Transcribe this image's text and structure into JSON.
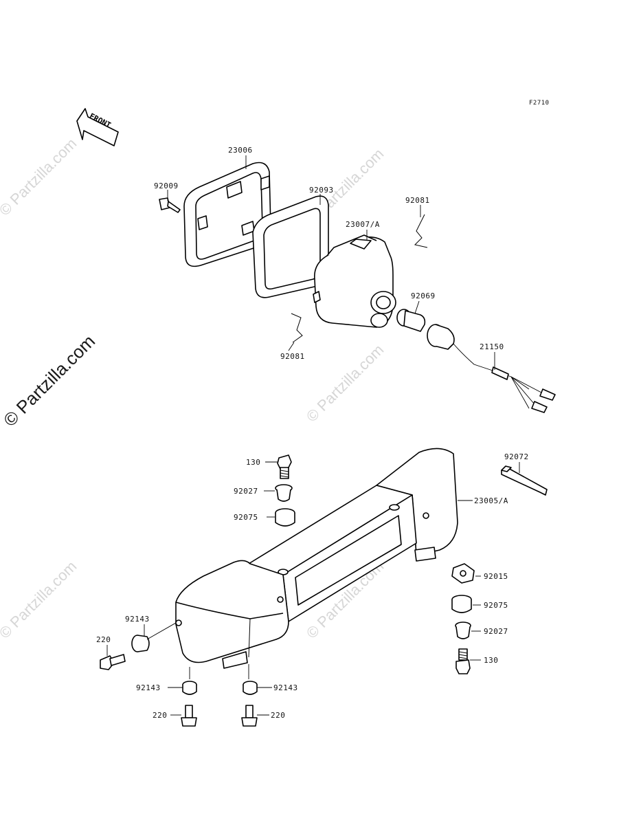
{
  "figure_code": "F2710",
  "front_arrow_label": "FRONT",
  "watermark_text": "© Partzilla.com",
  "callouts": {
    "p23006": "23006",
    "p92009": "92009",
    "p92093": "92093",
    "p23007a": "23007/A",
    "p92081_top": "92081",
    "p92069": "92069",
    "p92081_bottom": "92081",
    "p21150": "21150",
    "p130_top": "130",
    "p92027_top": "92027",
    "p92075_top": "92075",
    "p92072": "92072",
    "p23005a": "23005/A",
    "p92015": "92015",
    "p92075_right": "92075",
    "p92027_right": "92027",
    "p130_right": "130",
    "p92143_left": "92143",
    "p220_left": "220",
    "p92143_bl": "92143",
    "p92143_br": "92143",
    "p220_bl": "220",
    "p220_br": "220"
  }
}
